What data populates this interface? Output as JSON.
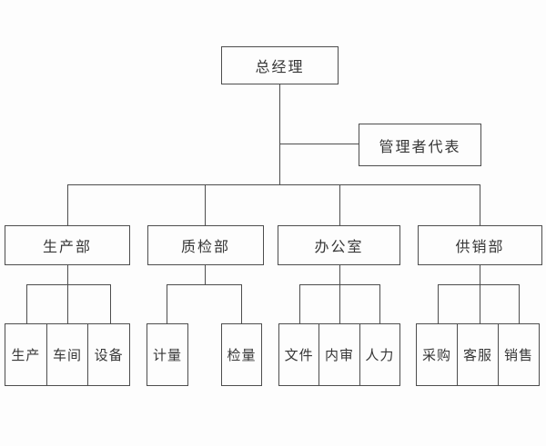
{
  "page": {
    "background": "#fdfdfd",
    "line_color": "#4d4d4d",
    "text_color": "#363636"
  },
  "chart": {
    "type": "org-chart",
    "root": {
      "label": "总经理"
    },
    "staff": {
      "label": "管理者代表"
    },
    "departments": [
      {
        "label": "生产部",
        "children": [
          "生产",
          "车间",
          "设备"
        ]
      },
      {
        "label": "质检部",
        "children": [
          "计量",
          "检量"
        ]
      },
      {
        "label": "办公室",
        "children": [
          "文件",
          "内审",
          "人力"
        ]
      },
      {
        "label": "供销部",
        "children": [
          "采购",
          "客服",
          "销售"
        ]
      }
    ]
  }
}
